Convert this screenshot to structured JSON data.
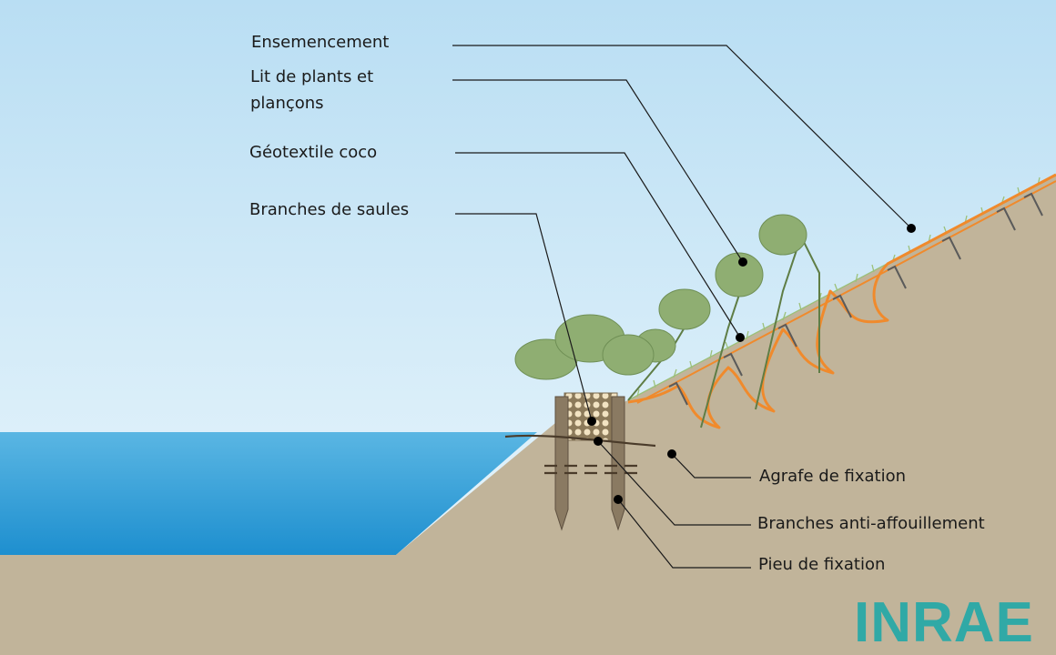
{
  "labels": {
    "ensemencement": "Ensemencement",
    "lit_de_plants": "Lit de plants et plançons",
    "geotextile": "Géotextile coco",
    "branches_saules": "Branches de saules",
    "agrafe": "Agrafe de fixation",
    "anti_affouillement": "Branches anti-affouillement",
    "pieu": "Pieu de fixation"
  },
  "logo": {
    "text": "INRAE"
  },
  "colors": {
    "sky_top": "#b9def3",
    "sky_bottom": "#eef8fd",
    "water_top": "#5ab6e3",
    "water_bottom": "#1e8fcf",
    "soil": "#c1b49a",
    "geotextile": "#f08a2c",
    "willow": "#7fa05f",
    "stake": "#8a7a62",
    "leader": "#1a1a1a",
    "logo": "#30a9a6"
  }
}
